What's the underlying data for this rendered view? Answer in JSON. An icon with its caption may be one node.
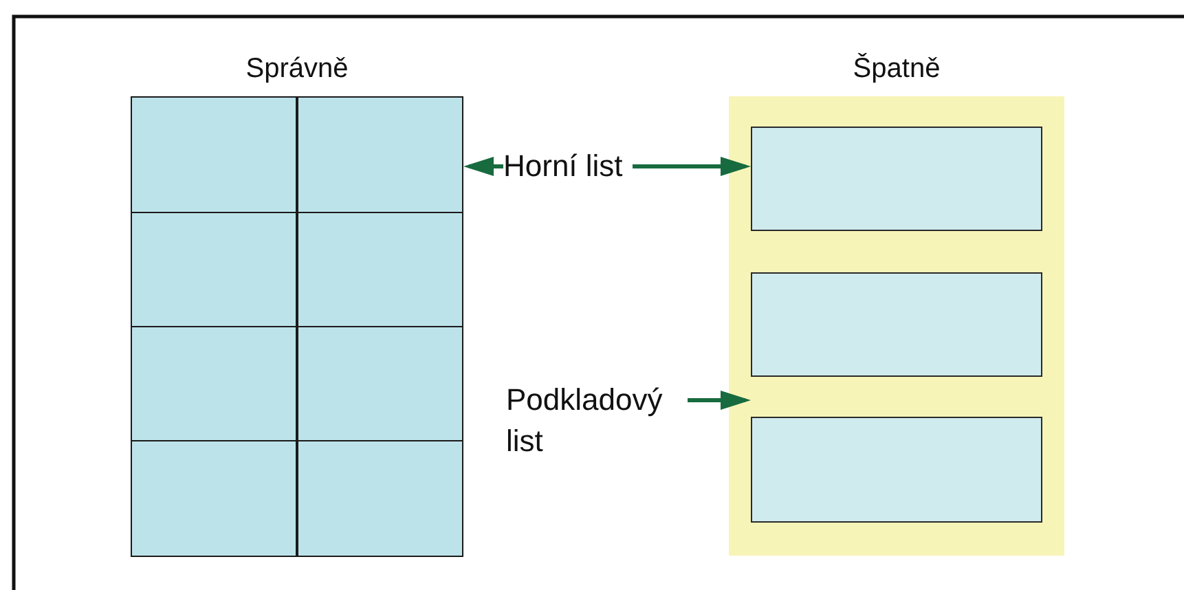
{
  "diagram": {
    "nodes": [
      {
        "text": [
          "Správně"
        ]
      },
      {
        "text": [],
        "shape": "box",
        "in": 0
      },
      {
        "text": [],
        "shape": "box",
        "in": 0
      },
      {
        "text": [],
        "shape": "box",
        "in": 0
      },
      {
        "text": [],
        "shape": "box",
        "in": 0
      },
      {
        "text": [],
        "shape": "box",
        "in": 0
      },
      {
        "text": [],
        "shape": "box",
        "in": 0
      },
      {
        "text": [],
        "shape": "box",
        "in": 0
      },
      {
        "text": [],
        "shape": "box",
        "in": 0
      },
      {
        "text": [
          "Špatně"
        ]
      },
      {
        "text": [],
        "shape": "box",
        "in": 9
      },
      {
        "text": [],
        "shape": "box",
        "in": 9
      },
      {
        "text": [],
        "shape": "box",
        "in": 9
      },
      {
        "text": [
          "Horní list"
        ]
      },
      {
        "text": [
          "Podkladový list"
        ]
      }
    ],
    "edges": [
      {
        "from": 13,
        "to": 2,
        "arrow": "to"
      },
      {
        "from": 13,
        "to": 10,
        "arrow": "to"
      },
      {
        "from": 14,
        "to": 9,
        "arrow": "to"
      }
    ]
  }
}
